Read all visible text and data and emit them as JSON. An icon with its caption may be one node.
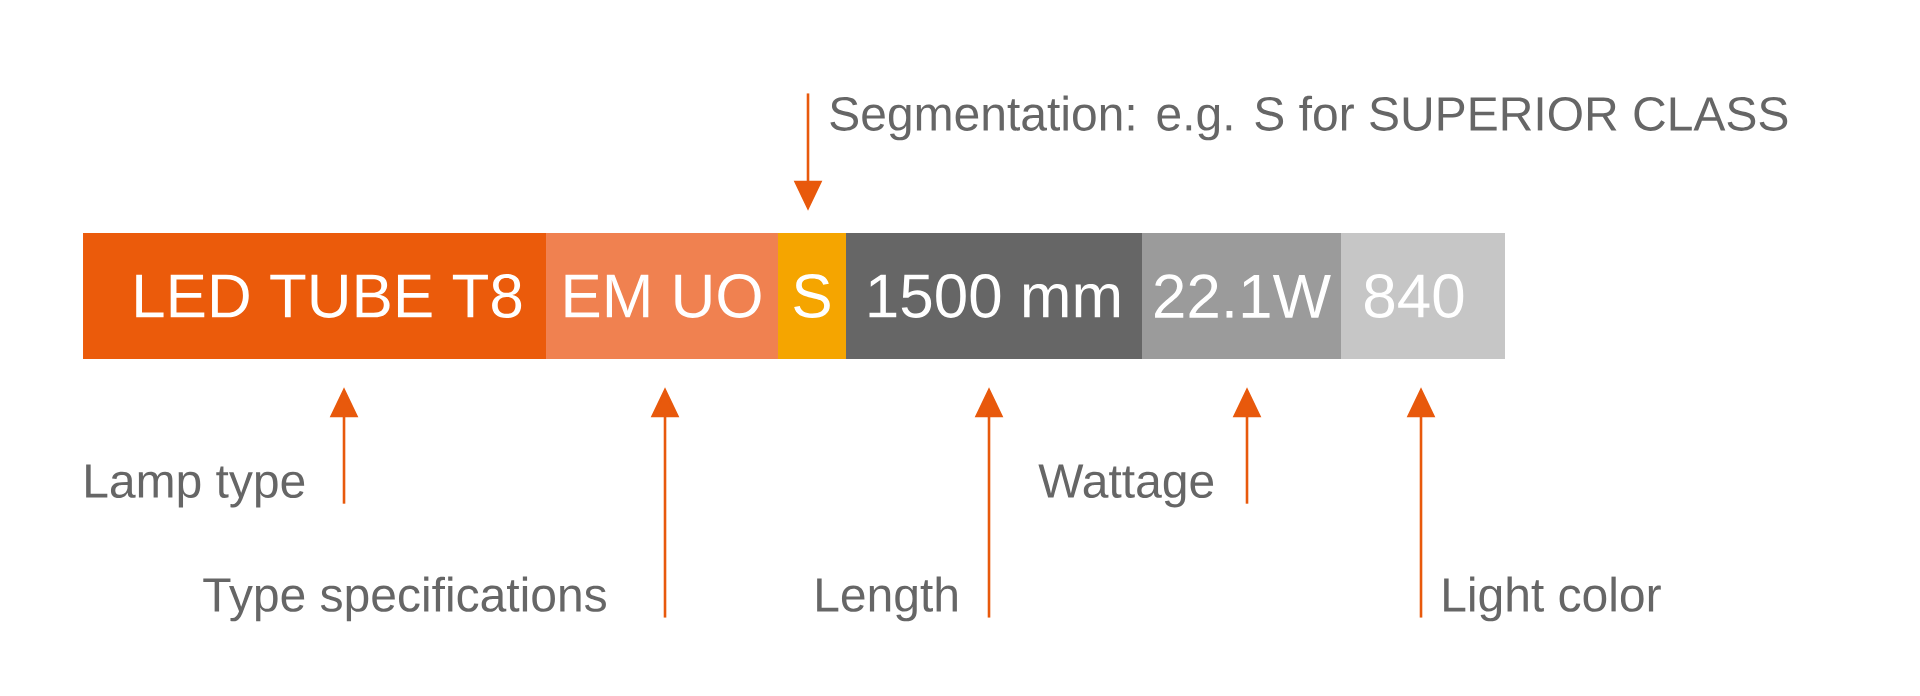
{
  "diagram": {
    "nodes": [
      {
        "text": [
          "Segmentation: e.g. S for SUPERIOR CLASS"
        ]
      },
      {
        "text": [
          "LED TUBE T8"
        ]
      },
      {
        "text": [
          "EM UO"
        ]
      },
      {
        "text": [
          "S"
        ]
      },
      {
        "text": [
          "1500 mm"
        ]
      },
      {
        "text": [
          "22.1W"
        ]
      },
      {
        "text": [
          "840"
        ]
      },
      {
        "text": [
          "Lamp type"
        ]
      },
      {
        "text": [
          "Type specifications"
        ]
      },
      {
        "text": [
          "Length"
        ]
      },
      {
        "text": [
          "Wattage"
        ]
      },
      {
        "text": [
          "Light color"
        ]
      }
    ],
    "edges": [
      {
        "from": 0,
        "to": 3,
        "arrow": "to"
      },
      {
        "from": 7,
        "to": 1,
        "arrow": "to"
      },
      {
        "from": 8,
        "to": 2,
        "arrow": "to"
      },
      {
        "from": 9,
        "to": 4,
        "arrow": "to"
      },
      {
        "from": 10,
        "to": 5,
        "arrow": "to"
      },
      {
        "from": 11,
        "to": 6,
        "arrow": "to"
      }
    ]
  }
}
